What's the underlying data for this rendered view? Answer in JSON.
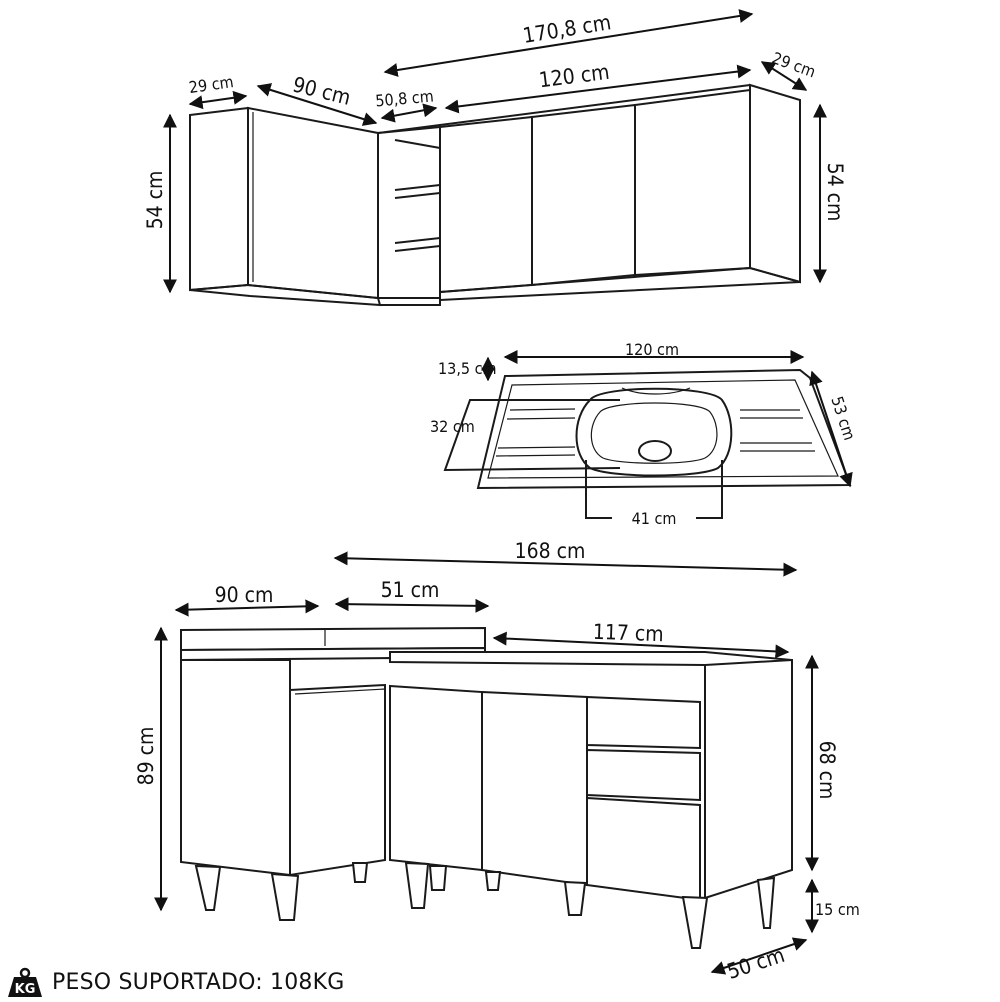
{
  "upper_cabinet": {
    "dims": {
      "total_width": "170,8 cm",
      "left_depth": "29 cm",
      "left_width": "90 cm",
      "corner_width": "50,8 cm",
      "right_width": "120 cm",
      "right_depth": "29 cm",
      "left_height": "54 cm",
      "right_height": "54 cm"
    }
  },
  "sink": {
    "dims": {
      "width": "120 cm",
      "height": "13,5 cm",
      "depth": "53 cm",
      "bowl_depth": "32 cm",
      "bowl_width": "41 cm"
    }
  },
  "base_cabinet": {
    "dims": {
      "total_width": "168 cm",
      "left_width": "90 cm",
      "corner_width": "51 cm",
      "right_width": "117 cm",
      "total_height": "89 cm",
      "body_height": "68 cm",
      "leg_height": "15 cm",
      "depth": "50 cm"
    }
  },
  "footer": {
    "badge": "KG",
    "text": "PESO SUPORTADO: 108KG"
  }
}
